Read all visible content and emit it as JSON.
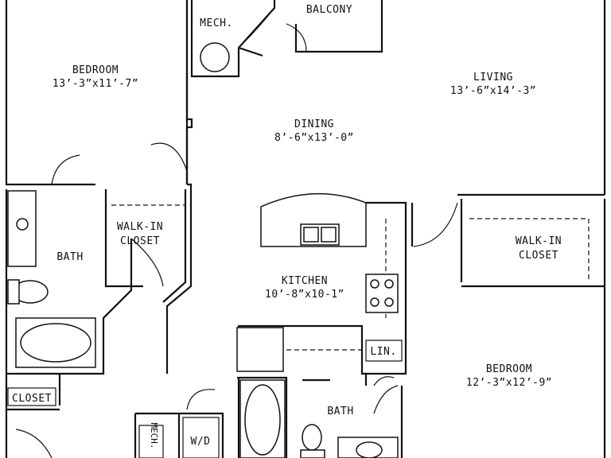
{
  "rooms": {
    "mech_top": "MECH.",
    "balcony": "BALCONY",
    "bedroom1": {
      "name": "BEDROOM",
      "size": "13’-3”x11’-7”"
    },
    "living": {
      "name": "LIVING",
      "size": "13’-6”x14’-3”"
    },
    "dining": {
      "name": "DINING",
      "size": "8’-6”x13’-0”"
    },
    "walkin1": {
      "line1": "WALK-IN",
      "line2": "CLOSET"
    },
    "bath1": "BATH",
    "kitchen": {
      "name": "KITCHEN",
      "size": "10’-8”x10-1”"
    },
    "walkin2": {
      "line1": "WALK-IN",
      "line2": "CLOSET"
    },
    "linen": "LIN.",
    "bedroom2": {
      "name": "BEDROOM",
      "size": "12’-3”x12’-9”"
    },
    "closet": "CLOSET",
    "bath2": "BATH",
    "mech_bottom": "MECH.",
    "wd": "W/D"
  }
}
